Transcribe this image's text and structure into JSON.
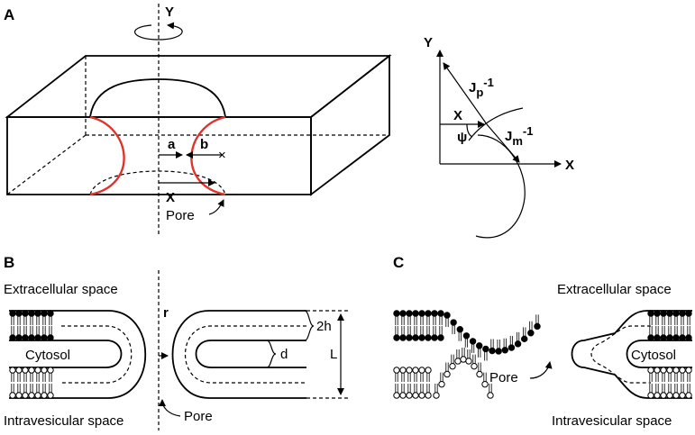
{
  "panels": {
    "a": "A",
    "b": "B",
    "c": "C"
  },
  "panel_a": {
    "axis_y": "Y",
    "label_a": "a",
    "label_b": "b",
    "label_x": "X",
    "pore": "Pore",
    "colors": {
      "pore_edge": "#e0332b"
    }
  },
  "panel_a_inset": {
    "axis_y": "Y",
    "axis_x": "X",
    "label_x": "X",
    "psi": "ψ",
    "jp_base": "J",
    "jp_sub": "p",
    "jp_sup": "-1",
    "jm_base": "J",
    "jm_sub": "m",
    "jm_sup": "-1"
  },
  "panel_b": {
    "extracellular": "Extracellular space",
    "intravesicular": "Intravesicular space",
    "cytosol": "Cytosol",
    "r": "r",
    "two_h": "2h",
    "d": "d",
    "L": "L",
    "pore": "Pore"
  },
  "panel_c": {
    "extracellular": "Extracellular space",
    "intravesicular": "Intravesicular space",
    "cytosol": "Cytosol",
    "pore": "Pore"
  }
}
